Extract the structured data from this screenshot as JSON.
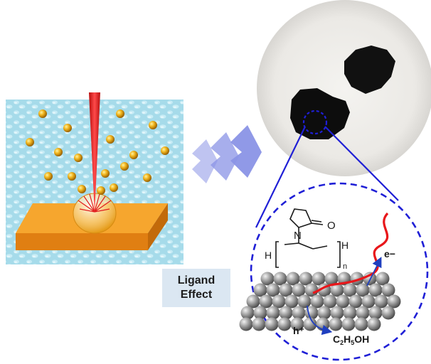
{
  "diagram": {
    "ligand_label": {
      "line1": "Ligand",
      "line2": "Effect"
    },
    "chem": {
      "oxygen": "O",
      "nitrogen": "N",
      "h_left": "H",
      "h_right": "H",
      "subscript_n": "n",
      "electron": "e−",
      "hole": "h⁺",
      "product_c": "C",
      "product_c_sub": "2",
      "product_h": "H",
      "product_h_sub": "5",
      "product_oh": "OH"
    },
    "colors": {
      "water_background": "#a6dbea",
      "gold_particle": "#e6a317",
      "laser": "#e01c1c",
      "substrate": "#f6a02a",
      "arrow": "#8a93e6",
      "zoom_outline": "#1f1fd6",
      "polymer_chain": "#e8161a",
      "catalyst_sphere": "#8c8c8c",
      "label_box": "#dbe7f2"
    }
  }
}
